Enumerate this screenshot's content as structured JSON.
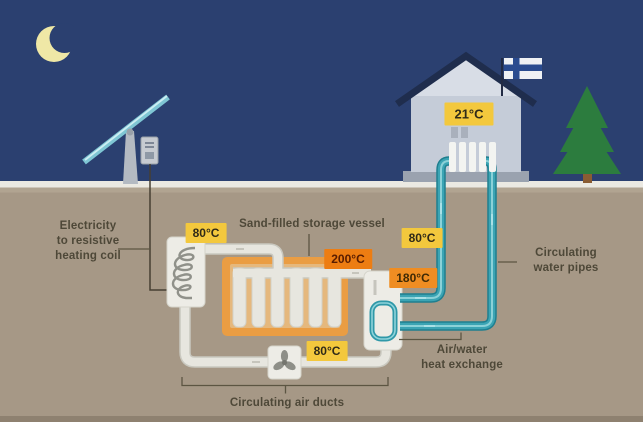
{
  "temps": {
    "house": "21°C",
    "coil_outlet": "80°C",
    "vessel_core": "200°C",
    "water_supply": "80°C",
    "exchanger_outlet": "180°C",
    "air_return": "80°C"
  },
  "annotations": {
    "electricity": "Electricity\nto resistive\nheating coil",
    "storage_vessel": "Sand-filled storage vessel",
    "water_pipes": "Circulating\nwater pipes",
    "heat_exchange": "Air/water\nheat exchange",
    "air_ducts": "Circulating air ducts"
  },
  "icons": {
    "moon": "crescent-moon",
    "solar_panel": "solar-panel",
    "house": "house",
    "flag": "finland-flag",
    "tree": "pine-tree",
    "coil": "resistive-heating-coil",
    "fan": "circulation-fan",
    "radiator": "radiator",
    "heat_exchanger": "air-water-heat-exchanger"
  },
  "colors": {
    "sky": "#2b4070",
    "ground": "#a69886",
    "road_strip": "#ebe9e2",
    "footer_strip": "#8e8170",
    "vessel_orange": "#ea9d43",
    "vessel_sand": "#e5b87d",
    "duct": "#e7e6df",
    "pipe_teal": "#3ba4b4",
    "label_yellow": "#f3c83d",
    "label_orange_hot": "#ed7d12",
    "label_orange_warm": "#ef8d22",
    "annotation_text": "#4e4838",
    "house_gray": "#c5ccd8",
    "roof_navy": "#1f2d4d",
    "tree_green": "#2c7c3e",
    "moon_yellow": "#efe8a6"
  }
}
